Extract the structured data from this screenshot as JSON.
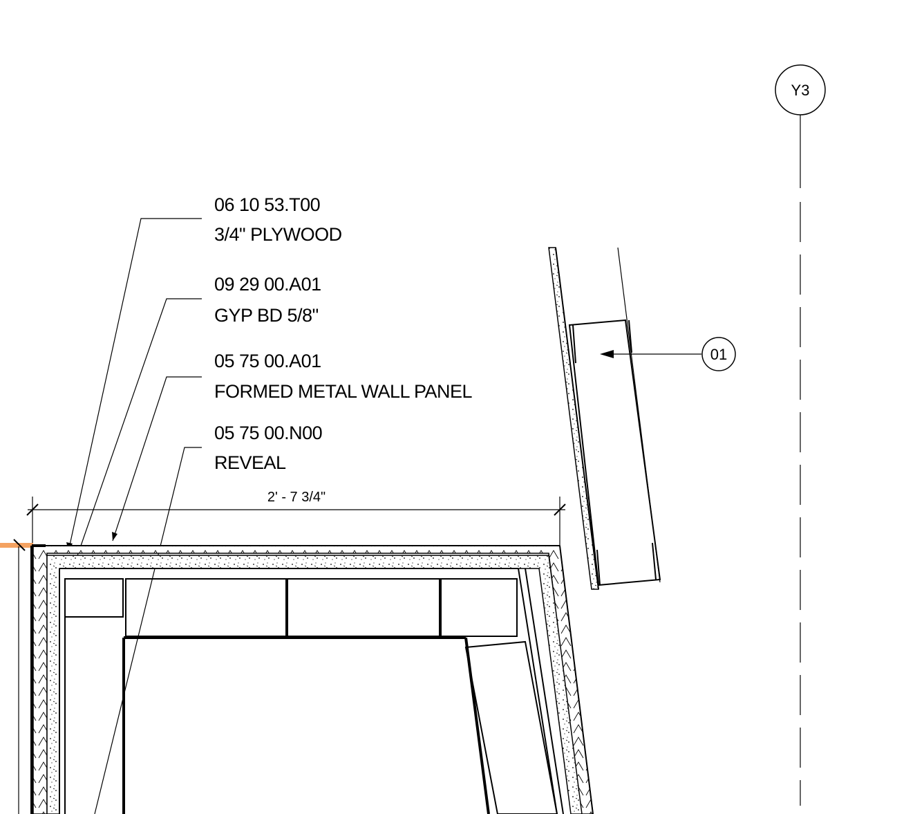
{
  "grid_bubble": {
    "label": "Y3"
  },
  "callout": {
    "label": "01"
  },
  "notes": [
    {
      "code": "06 10 53.T00",
      "desc": "3/4\" PLYWOOD"
    },
    {
      "code": "09 29 00.A01",
      "desc": "GYP BD 5/8\""
    },
    {
      "code": "05 75 00.A01",
      "desc": "FORMED METAL WALL PANEL"
    },
    {
      "code": "05 75 00.N00",
      "desc": "REVEAL"
    }
  ],
  "dimension": {
    "label": "2' - 7 3/4\""
  },
  "colors": {
    "line": "#000000",
    "highlight": "#f4a261"
  }
}
